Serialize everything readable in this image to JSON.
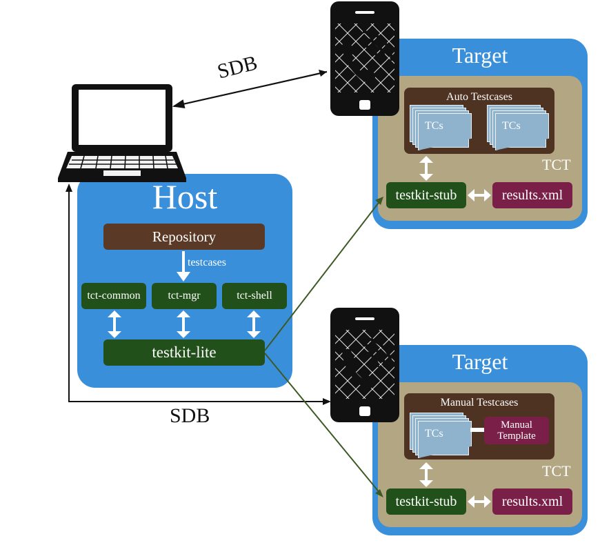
{
  "host": {
    "title": "Host",
    "repository": "Repository",
    "testcases_label": "testcases",
    "tools": [
      "tct-common",
      "tct-mgr",
      "tct-shell"
    ],
    "runner": "testkit-lite"
  },
  "links": {
    "sdb_top": "SDB",
    "sdb_bottom": "SDB"
  },
  "target_auto": {
    "title": "Target",
    "group_title": "Auto Testcases",
    "tc_label_1": "TCs",
    "tc_label_2": "TCs",
    "suite_label": "TCT",
    "stub": "testkit-stub",
    "results": "results.xml"
  },
  "target_manual": {
    "title": "Target",
    "group_title": "Manual Testcases",
    "tc_label": "TCs",
    "template": "Manual Template",
    "suite_label": "TCT",
    "stub": "testkit-stub",
    "results": "results.xml"
  },
  "colors": {
    "host_blue": "#3a8fdb",
    "tan": "#b3a683",
    "brown": "#4e3222",
    "green": "#22501a",
    "maroon": "#7a1f48",
    "arrow_green": "#3c5a24"
  },
  "icons": [
    "laptop-icon",
    "smartphone-call-icon"
  ]
}
